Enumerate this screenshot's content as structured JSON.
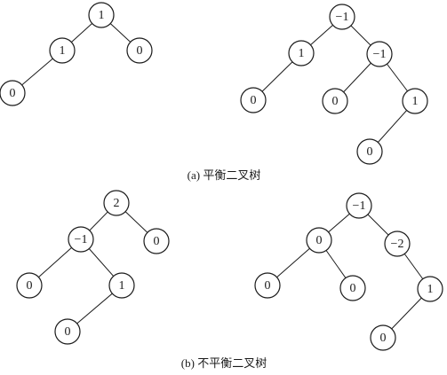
{
  "captions": {
    "balanced": "(a)  平衡二叉树",
    "unbalanced": "(b)  不平衡二叉树"
  },
  "trees": {
    "a1": [
      {
        "id": "a1-root",
        "label": "1",
        "children": [
          "a1-l",
          "a1-r"
        ]
      },
      {
        "id": "a1-l",
        "label": "1",
        "children": [
          "a1-ll"
        ]
      },
      {
        "id": "a1-r",
        "label": "0",
        "children": []
      },
      {
        "id": "a1-ll",
        "label": "0",
        "children": []
      }
    ],
    "a2": [
      {
        "id": "a2-root",
        "label": "−1",
        "children": [
          "a2-l",
          "a2-r"
        ]
      },
      {
        "id": "a2-l",
        "label": "1",
        "children": [
          "a2-ll"
        ]
      },
      {
        "id": "a2-r",
        "label": "−1",
        "children": [
          "a2-rl",
          "a2-rr"
        ]
      },
      {
        "id": "a2-ll",
        "label": "0",
        "children": []
      },
      {
        "id": "a2-rl",
        "label": "0",
        "children": []
      },
      {
        "id": "a2-rr",
        "label": "1",
        "children": [
          "a2-rrl"
        ]
      },
      {
        "id": "a2-rrl",
        "label": "0",
        "children": []
      }
    ],
    "b1": [
      {
        "id": "b1-root",
        "label": "2",
        "children": [
          "b1-l",
          "b1-r"
        ]
      },
      {
        "id": "b1-l",
        "label": "−1",
        "children": [
          "b1-ll",
          "b1-lr"
        ]
      },
      {
        "id": "b1-r",
        "label": "0",
        "children": []
      },
      {
        "id": "b1-ll",
        "label": "0",
        "children": []
      },
      {
        "id": "b1-lr",
        "label": "1",
        "children": [
          "b1-lrl"
        ]
      },
      {
        "id": "b1-lrl",
        "label": "0",
        "children": []
      }
    ],
    "b2": [
      {
        "id": "b2-root",
        "label": "−1",
        "children": [
          "b2-l",
          "b2-r"
        ]
      },
      {
        "id": "b2-l",
        "label": "0",
        "children": [
          "b2-ll",
          "b2-lr"
        ]
      },
      {
        "id": "b2-r",
        "label": "−2",
        "children": [
          "b2-rr"
        ]
      },
      {
        "id": "b2-ll",
        "label": "0",
        "children": []
      },
      {
        "id": "b2-lr",
        "label": "0",
        "children": []
      },
      {
        "id": "b2-rr",
        "label": "1",
        "children": [
          "b2-rrl"
        ]
      },
      {
        "id": "b2-rrl",
        "label": "0",
        "children": []
      }
    ]
  }
}
